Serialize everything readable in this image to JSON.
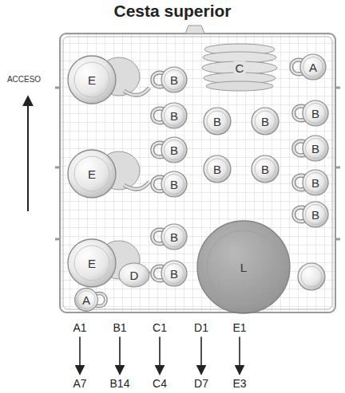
{
  "diagram": {
    "title": "Cesta superior",
    "nodes": [
      {
        "text": [
          "A1"
        ]
      },
      {
        "text": [
          "B1"
        ]
      },
      {
        "text": [
          "C1"
        ]
      },
      {
        "text": [
          "D1"
        ]
      },
      {
        "text": [
          "E1"
        ]
      },
      {
        "text": [
          "A7"
        ]
      },
      {
        "text": [
          "B14"
        ]
      },
      {
        "text": [
          "C4"
        ]
      },
      {
        "text": [
          "D7"
        ]
      },
      {
        "text": [
          "E3"
        ]
      }
    ],
    "edges": [
      {
        "from": 0,
        "to": 5,
        "arrow": "to"
      },
      {
        "from": 1,
        "to": 6,
        "arrow": "to"
      },
      {
        "from": 2,
        "to": 7,
        "arrow": "to"
      },
      {
        "from": 3,
        "to": 8,
        "arrow": "to"
      },
      {
        "from": 4,
        "to": 9,
        "arrow": "to"
      }
    ],
    "labels": [
      "ACCESO",
      "E",
      "B",
      "C",
      "A",
      "B",
      "B",
      "B",
      "B",
      "B",
      "E",
      "B",
      "B",
      "B",
      "B",
      "B",
      "B",
      "E",
      "B",
      "L",
      "D",
      "B",
      "A"
    ]
  }
}
